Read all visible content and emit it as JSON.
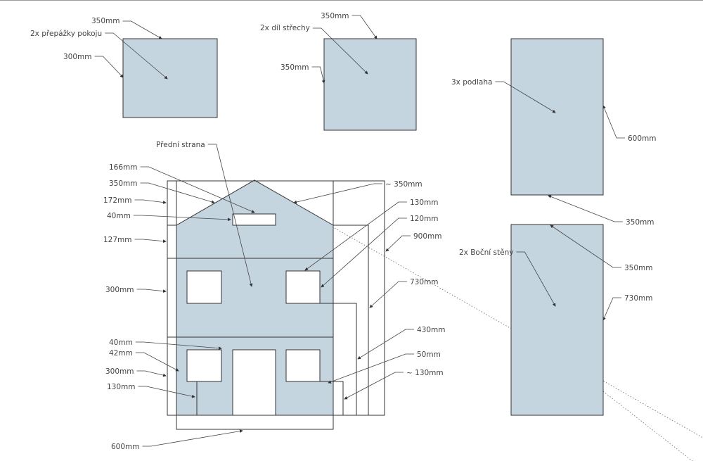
{
  "colors": {
    "panel": "#c5d5e0",
    "line": "#333333",
    "background": "#ffffff"
  },
  "parts": {
    "partition": {
      "name": "2x přepážky pokoju",
      "width": "350mm",
      "height": "300mm"
    },
    "roof": {
      "name": "2x díl střechy",
      "width": "350mm",
      "height": "350mm"
    },
    "floor": {
      "name": "3x podlaha",
      "height": "600mm",
      "width": "350mm"
    },
    "side": {
      "name": "2x Boční stěny",
      "width": "350mm",
      "height": "730mm"
    }
  },
  "front": {
    "name": "Přední strana",
    "left_labels": {
      "chimney_width": "166mm",
      "roof_slope": "350mm",
      "roof_height": "172mm",
      "chimney_height": "40mm",
      "upper_band": "127mm",
      "upper_floor": "300mm",
      "door_offset": "40mm",
      "window_offset": "42mm",
      "lower_floor": "300mm",
      "window_gap": "130mm",
      "base_width": "600mm"
    },
    "right_labels": {
      "roof_slope_right": "~ 350mm",
      "window_width": "130mm",
      "window_height": "120mm",
      "total_height": "900mm",
      "wall_height": "730mm",
      "step_height": "430mm",
      "ledge": "50mm",
      "bottom_step": "~ 130mm"
    }
  }
}
